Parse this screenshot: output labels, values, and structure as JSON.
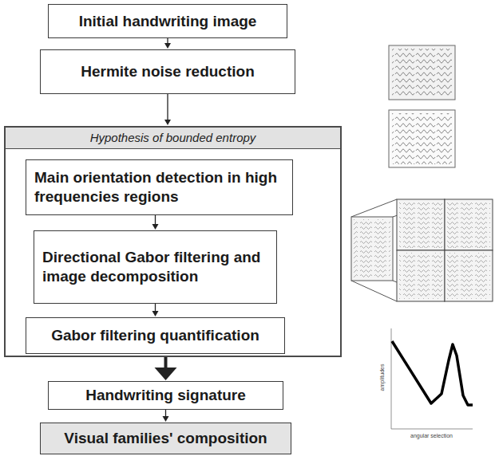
{
  "diagram": {
    "nodes": [
      {
        "text": [
          "Initial handwriting image"
        ]
      },
      {
        "text": [
          "Hermite noise reduction"
        ]
      },
      {
        "text": [
          "Hypothesis of bounded entropy"
        ]
      },
      {
        "text": [
          "Main orientation detection in high frequencies regions"
        ],
        "in": 2
      },
      {
        "text": [
          "Directional Gabor filtering and image decomposition"
        ],
        "in": 2
      },
      {
        "text": [
          "Gabor filtering quantification"
        ],
        "in": 2
      },
      {
        "text": [
          "Handwriting signature"
        ]
      },
      {
        "text": [
          "Visual families' composition"
        ]
      }
    ],
    "edges": [
      {
        "from": 0,
        "to": 1,
        "arrow": "to"
      },
      {
        "from": 1,
        "to": 2,
        "arrow": "to"
      },
      {
        "from": 3,
        "to": 4,
        "arrow": "to"
      },
      {
        "from": 4,
        "to": 5,
        "arrow": "to"
      },
      {
        "from": 2,
        "to": 6,
        "arrow": "to"
      },
      {
        "from": 6,
        "to": 7,
        "arrow": "to"
      }
    ],
    "labels": [
      "amplitudes",
      "angular selection"
    ]
  }
}
